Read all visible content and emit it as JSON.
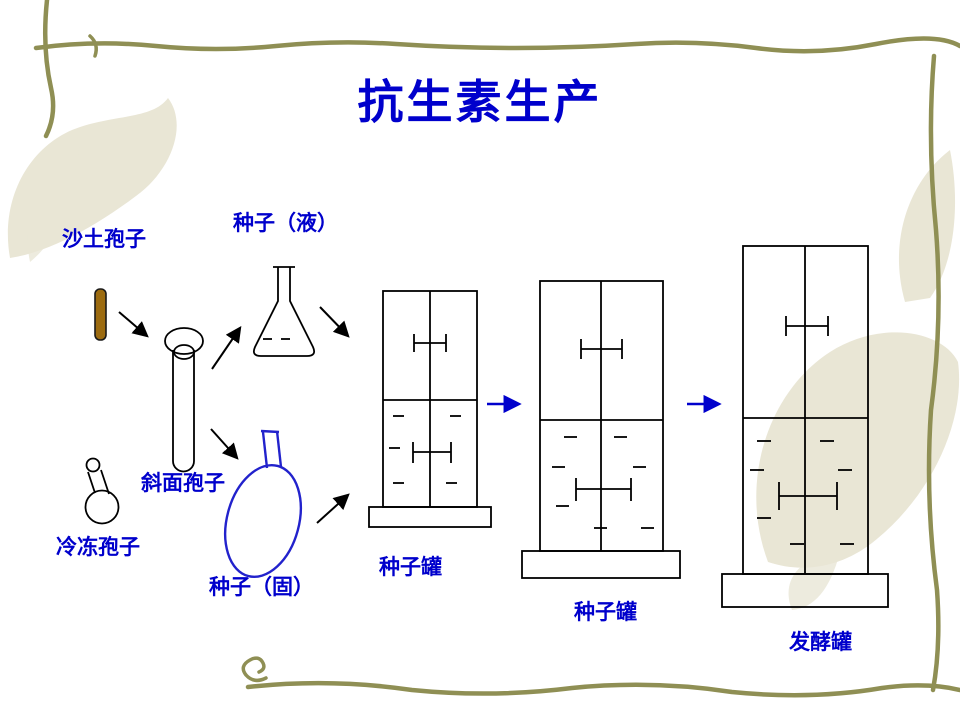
{
  "slide": {
    "title": "抗生素生产",
    "labels": {
      "sand_spores": "沙土孢子",
      "seed_liquid": "种子（液）",
      "slant_spores": "斜面孢子",
      "frozen_spores": "冷冻孢子",
      "seed_solid": "种子（固）",
      "seed_tank_1": "种子罐",
      "seed_tank_2": "种子罐",
      "fermentation_tank": "发酵罐"
    },
    "colors": {
      "text_blue": "#0000cc",
      "diagram_black": "#000000",
      "flask_blue": "#2222cc",
      "flow_arrow_blue": "#0000cc",
      "vine_border": "#8f8f54",
      "leaf_watermark": "#ddd8bf",
      "vial_fill": "#9c6b10",
      "background": "#ffffff"
    }
  }
}
